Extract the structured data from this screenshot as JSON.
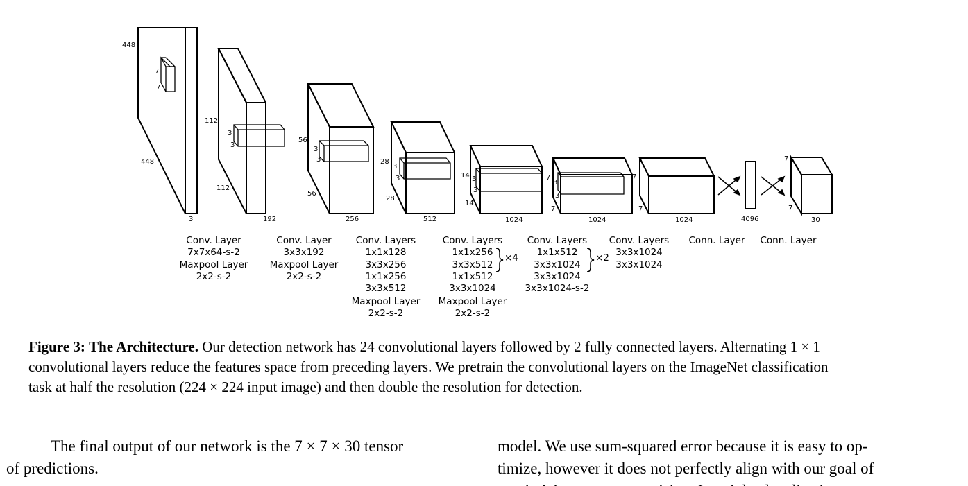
{
  "figure": {
    "dims": {
      "input_h": "448",
      "input_w": "448",
      "input_c": "3",
      "k1a": "7",
      "k1b": "7",
      "l1_h": "112",
      "l1_w": "112",
      "l1_c": "192",
      "k2a": "3",
      "k2b": "3",
      "l2_h": "56",
      "l2_w": "56",
      "l2_c": "256",
      "k3a": "3",
      "k3b": "3",
      "l3_h": "28",
      "l3_w": "28",
      "l3_c": "512",
      "k4a": "3",
      "k4b": "3",
      "l4_h": "14",
      "l4_w": "14",
      "l4_c": "1024",
      "k5a": "3",
      "k5b": "3",
      "l5_h": "7",
      "l5_w": "7",
      "l5_c": "1024",
      "k6a": "3",
      "k6b": "3",
      "l6_h": "7",
      "l6_w": "7",
      "l6_c": "1024",
      "fc_units": "4096",
      "out_h": "7",
      "out_w": "7",
      "out_c": "30"
    },
    "blocks": [
      [
        "Conv. Layer",
        "7x7x64-s-2",
        "Maxpool Layer",
        "2x2-s-2"
      ],
      [
        "Conv. Layer",
        "3x3x192",
        "Maxpool Layer",
        "2x2-s-2"
      ],
      [
        "Conv. Layers",
        "1x1x128",
        "3x3x256",
        "1x1x256",
        "3x3x512",
        "Maxpool Layer",
        "2x2-s-2"
      ],
      [
        "Conv. Layers",
        "1x1x256",
        "3x3x512",
        "1x1x512",
        "3x3x1024",
        "Maxpool Layer",
        "2x2-s-2"
      ],
      [
        "Conv. Layers",
        "1x1x512",
        "3x3x1024",
        "3x3x1024",
        "3x3x1024-s-2"
      ],
      [
        "Conv. Layers",
        "3x3x1024",
        "3x3x1024"
      ],
      [
        "Conn. Layer"
      ],
      [
        "Conn. Layer"
      ]
    ],
    "repeat_4": "×4",
    "repeat_2": "×2"
  },
  "caption": {
    "label": "Figure 3:",
    "title": "The Architecture.",
    "line1": "Our detection network has 24 convolutional layers followed by 2 fully connected layers. Alternating 1 × 1",
    "line2": "convolutional layers reduce the features space from preceding layers. We pretrain the convolutional layers on the ImageNet classification",
    "line3": "task at half the resolution (224 × 224 input image) and then double the resolution for detection."
  },
  "body": {
    "left_line1": "The final output of our network is the 7 × 7 × 30 tensor",
    "left_line2": "of predictions.",
    "right_line1": "model. We use sum-squared error because it is easy to op-",
    "right_line2": "timize, however it does not perfectly align with our goal of",
    "right_line3": "maximizing average precision. It weights localization error"
  }
}
